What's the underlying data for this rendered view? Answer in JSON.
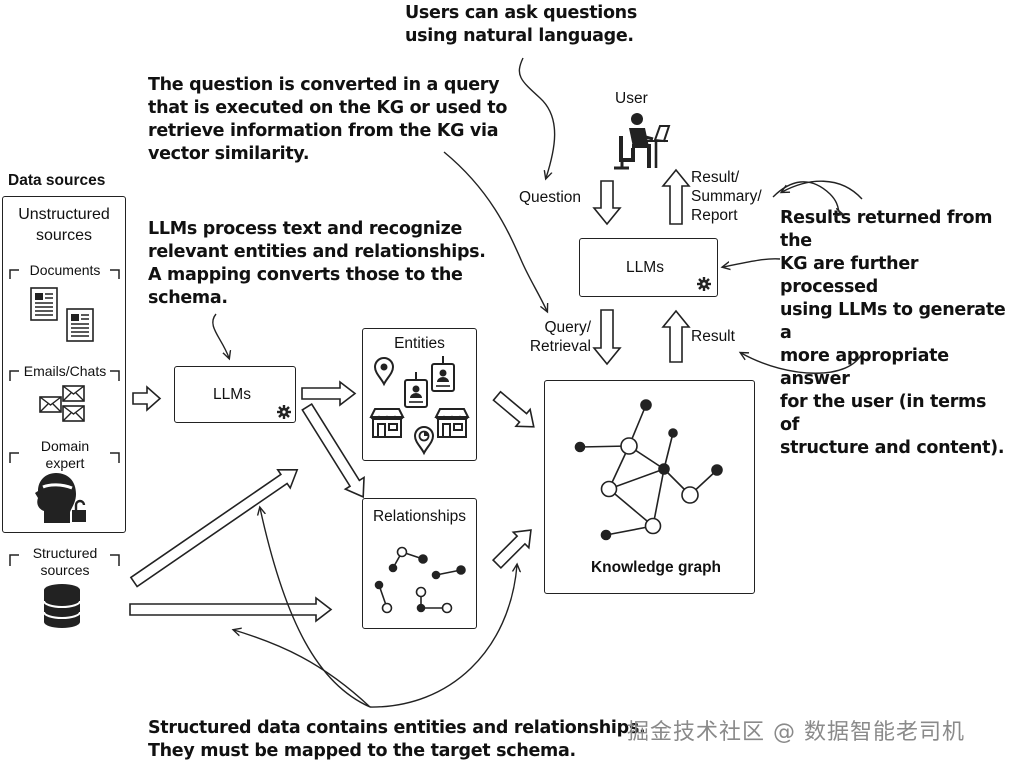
{
  "notes": {
    "users": [
      "Users can ask questions",
      "using natural language."
    ],
    "question_converted": [
      "The question is converted in a query",
      "that is executed on the KG or used to",
      "retrieve information from the KG via",
      "vector similarity."
    ],
    "llms_process": [
      "LLMs process text and recognize",
      "relevant entities and relationships.",
      "A mapping converts those to the",
      "schema."
    ],
    "results_returned": [
      "Results returned from the",
      "KG are further processed",
      "using LLMs to generate a",
      "more appropriate answer",
      "for the user (in terms of",
      "structure and content)."
    ],
    "structured_data": [
      "Structured data contains entities and relationships.",
      "They must be mapped to the target schema."
    ]
  },
  "data_sources": {
    "title": "Data sources",
    "unstructured_title": [
      "Unstructured",
      "sources"
    ],
    "documents": "Documents",
    "emails_chats": "Emails/Chats",
    "domain_expert": [
      "Domain",
      "expert"
    ],
    "structured": [
      "Structured",
      "sources"
    ]
  },
  "llms_left": "LLMs",
  "llms_top": "LLMs",
  "entities": "Entities",
  "relationships": "Relationships",
  "knowledge_graph": "Knowledge graph",
  "user": "User",
  "question": "Question",
  "result_summary": [
    "Result/",
    "Summary/",
    "Report"
  ],
  "query_retrieval": [
    "Query/",
    "Retrieval"
  ],
  "result": "Result",
  "watermark": "掘金技术社区 @ 数据智能老司机",
  "icons": [
    "user-laptop-icon",
    "gear-icon",
    "document-icon",
    "email-icon",
    "expert-head-icon",
    "lock-icon",
    "database-icon",
    "location-pin-icon",
    "id-badge-icon",
    "store-icon",
    "chart-pin-icon",
    "graph-icon"
  ]
}
